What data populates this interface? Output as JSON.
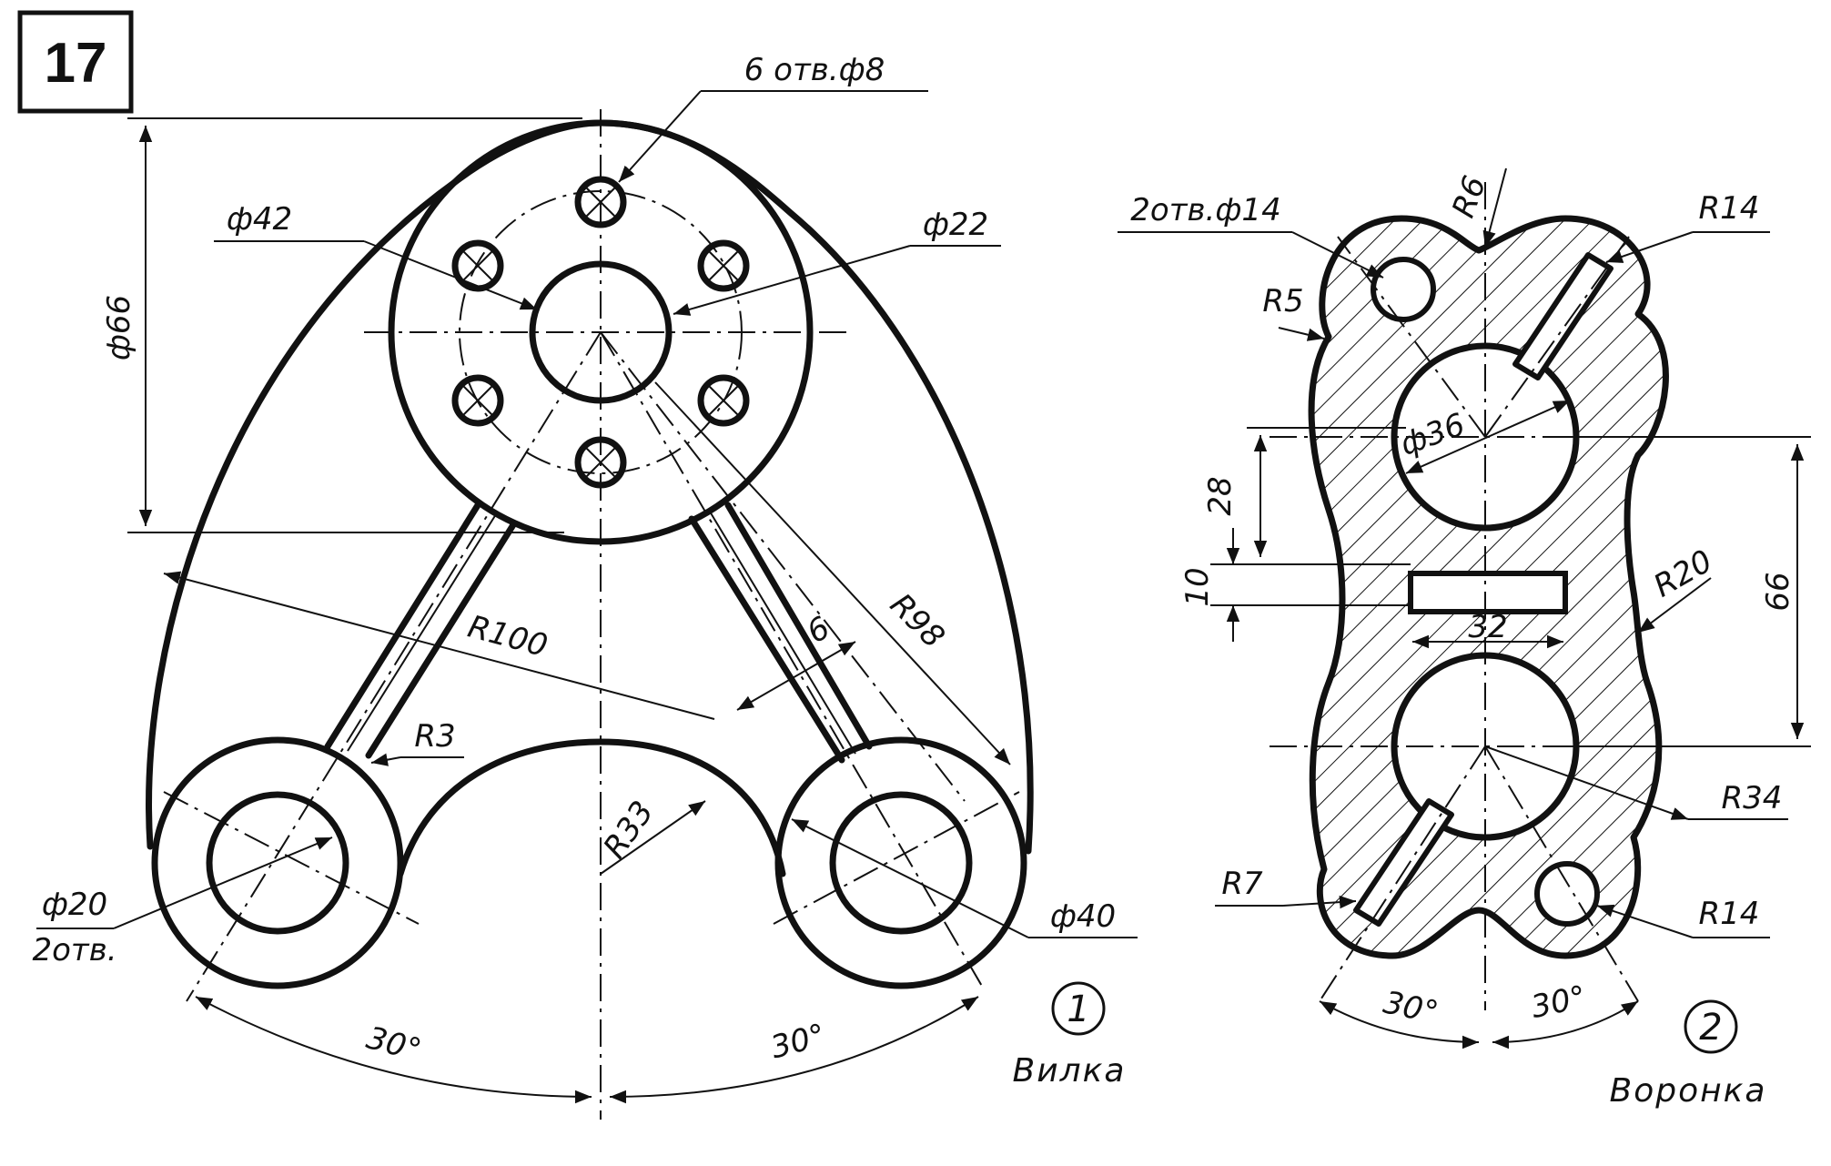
{
  "task_number": "17",
  "part1": {
    "number": "1",
    "name": "Вилка",
    "dims": {
      "holes6": "6 отв.ф8",
      "d42": "ф42",
      "d22": "ф22",
      "d66": "ф66",
      "r100": "R100",
      "r98": "R98",
      "w6": "6",
      "r3": "R3",
      "r33": "R33",
      "d20": "ф20",
      "holes2": "2отв.",
      "d40": "ф40",
      "a30l": "30°",
      "a30r": "30°"
    }
  },
  "part2": {
    "number": "2",
    "name": "Воронка",
    "dims": {
      "holes2": "2отв.ф14",
      "r6": "R6",
      "r14t": "R14",
      "r5": "R5",
      "d36": "ф36",
      "h28": "28",
      "h10": "10",
      "w32": "32",
      "r20": "R20",
      "h66": "66",
      "r34": "R34",
      "r7": "R7",
      "r14b": "R14",
      "a30l": "30°",
      "a30r": "30°"
    }
  }
}
